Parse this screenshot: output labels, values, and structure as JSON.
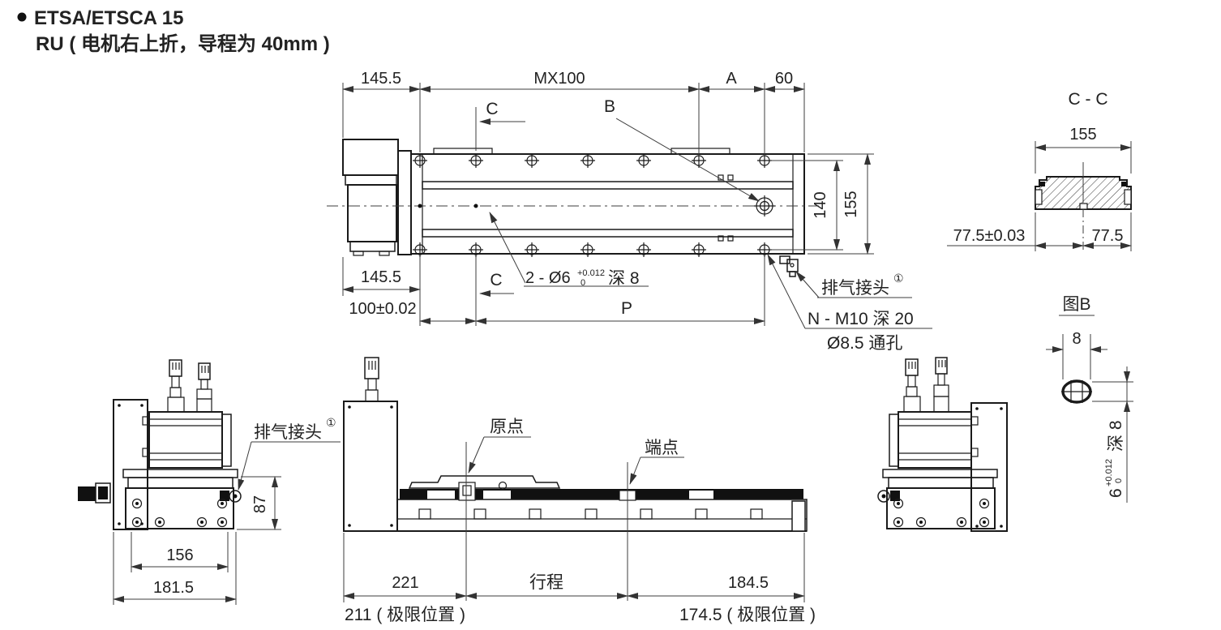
{
  "title": {
    "line1": "ETSA/ETSCA 15",
    "line2": "RU ( 电机右上折，导程为 40mm )"
  },
  "top_view": {
    "dim_145_5_top": "145.5",
    "dim_mx100": "MX100",
    "dim_a": "A",
    "dim_60": "60",
    "label_c_top": "C",
    "label_b": "B",
    "dim_140": "140",
    "dim_155": "155",
    "dim_145_5_bottom": "145.5",
    "dim_100": "100±0.02",
    "label_c_bottom": "C",
    "dim_p": "P",
    "note_pin_prefix": "2 - Ø6",
    "note_pin_tol_sup": "+0.012",
    "note_pin_tol_sub": "0",
    "note_pin_suffix": "深 8",
    "note_exhaust": "排气接头",
    "note_exhaust_sup": "①",
    "note_thread": "N - M10 深 20",
    "note_through": "Ø8.5 通孔"
  },
  "section_cc": {
    "title": "C - C",
    "dim_155": "155",
    "dim_77_5_tol": "77.5±0.03",
    "dim_77_5": "77.5"
  },
  "detail_b": {
    "title": "图B",
    "dim_8": "8",
    "dim_6": "6",
    "dim_6_sup": "+0.012",
    "dim_6_sub": "0",
    "dim_6_suffix": "深 8"
  },
  "left_view": {
    "note_exhaust": "排气接头",
    "note_exhaust_sup": "①",
    "dim_87": "87",
    "dim_156": "156",
    "dim_181_5": "181.5"
  },
  "side_view": {
    "label_origin": "原点",
    "label_end": "端点",
    "dim_221": "221",
    "dim_stroke": "行程",
    "dim_184_5": "184.5",
    "dim_211_limit": "211 ( 极限位置 )",
    "dim_174_5_limit": "174.5 ( 极限位置 )"
  }
}
